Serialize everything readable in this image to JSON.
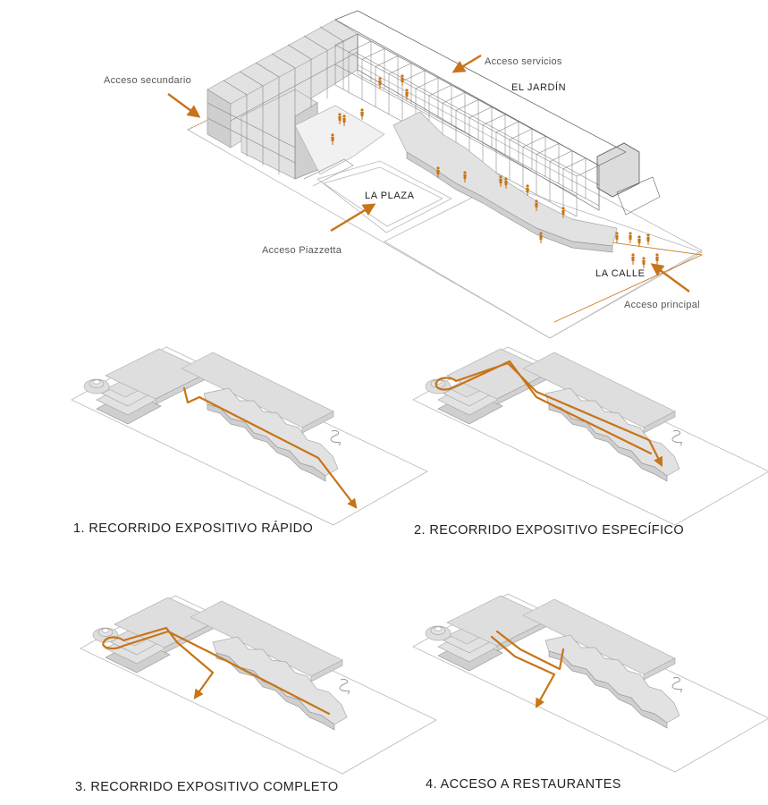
{
  "colors": {
    "accent": "#c87418",
    "line": "#a8a8a8",
    "background": "#ffffff"
  },
  "plan": {
    "access_secondary": "Acceso secundario",
    "access_services": "Acceso servicios",
    "garden": "EL JARDÍN",
    "plaza": "LA PLAZA",
    "access_piazzetta": "Acceso Piazzetta",
    "street": "LA CALLE",
    "access_main": "Acceso principal"
  },
  "diagrams": [
    {
      "caption": "1. RECORRIDO EXPOSITIVO RÁPIDO"
    },
    {
      "caption": "2. RECORRIDO EXPOSITIVO ESPECÍFICO"
    },
    {
      "caption": "3. RECORRIDO EXPOSITIVO COMPLETO"
    },
    {
      "caption": "4. ACCESO A RESTAURANTES"
    }
  ]
}
